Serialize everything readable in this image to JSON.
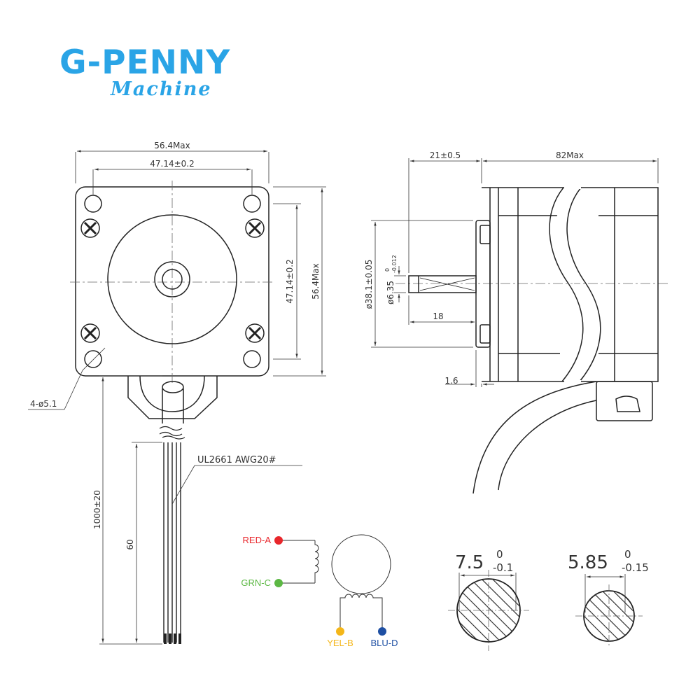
{
  "brand": {
    "name": "G-PENNY",
    "sub": "Machine"
  },
  "front": {
    "width_max": "56.4Max",
    "hole_spacing": "47.14±0.2",
    "hole_spacing_v": "47.14±0.2",
    "height_max": "56.4Max",
    "holes": "4-ø5.1"
  },
  "side": {
    "flange": "21±0.5",
    "length": "82Max",
    "pilot": "ø38.1±0.05",
    "shaft_d": "ø6.35",
    "shaft_tol_upper": "0",
    "shaft_tol_lower": "-0.012",
    "shaft_len": "18",
    "flange_th": "1.6"
  },
  "cable": {
    "spec": "UL2661  AWG20#",
    "length": "1000±20",
    "strip": "60"
  },
  "wiring": {
    "labels": [
      "RED-A",
      "GRN-C",
      "YEL-B",
      "BLU-D"
    ],
    "colors": [
      "#e8262b",
      "#5cb844",
      "#f4b619",
      "#1e4fa3"
    ]
  },
  "sections": [
    {
      "value": "7.5",
      "upper": "0",
      "lower": "-0.1"
    },
    {
      "value": "5.85",
      "upper": "0",
      "lower": "-0.15"
    }
  ]
}
